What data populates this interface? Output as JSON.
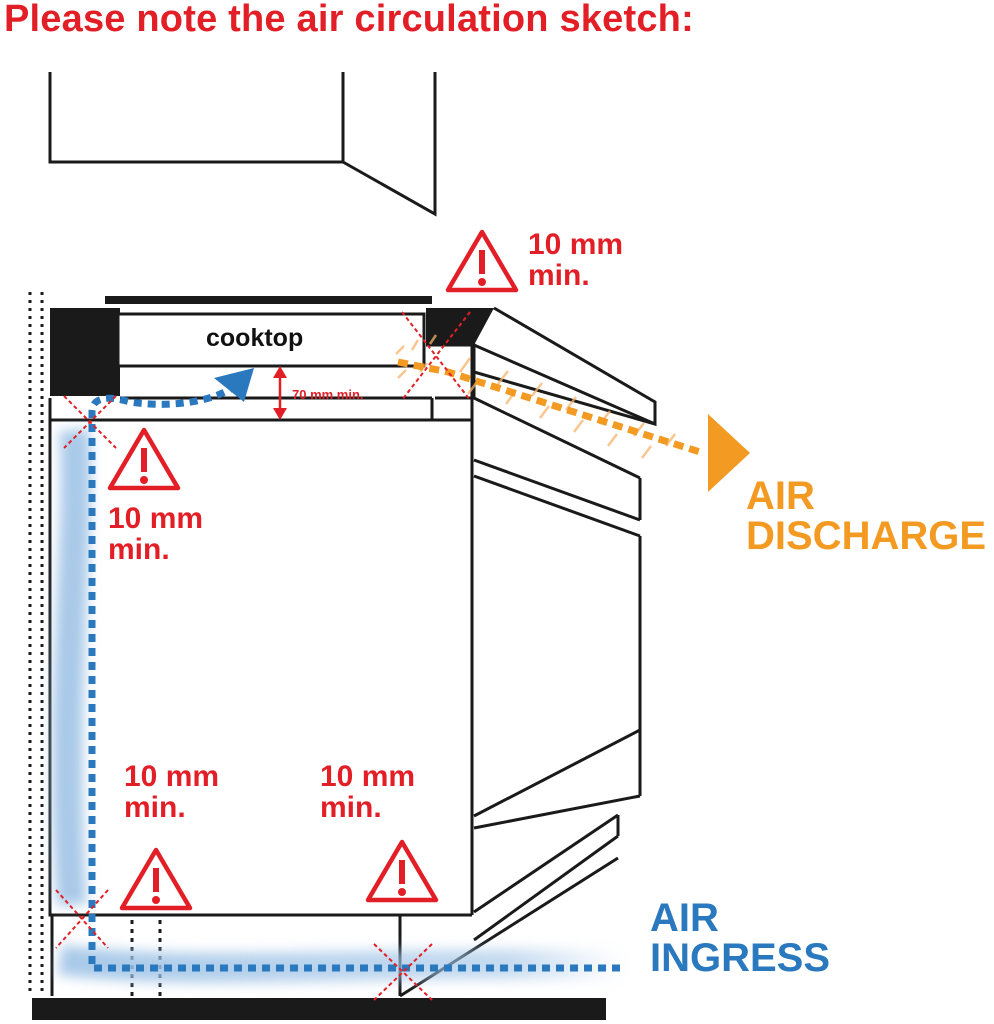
{
  "title": "Please note the air circulation sketch:",
  "labels": {
    "cooktop": "cooktop",
    "gap_70": "70 mm min.",
    "clear_top_right": [
      "10 mm",
      "min."
    ],
    "clear_left": [
      "10 mm",
      "min."
    ],
    "clear_bottom_left": [
      "10 mm",
      "min."
    ],
    "clear_bottom_right": [
      "10 mm",
      "min."
    ],
    "air_discharge": [
      "AIR",
      "DISCHARGE"
    ],
    "air_ingress": [
      "AIR",
      "INGRESS"
    ]
  },
  "colors": {
    "warning": "#e21f26",
    "discharge": "#f39a22",
    "ingress": "#2a78be",
    "outline": "#1a1a1a"
  },
  "icons": [
    "warning-triangle-icon",
    "clearance-cross-icon",
    "discharge-arrow-icon",
    "ingress-arrow-icon"
  ]
}
